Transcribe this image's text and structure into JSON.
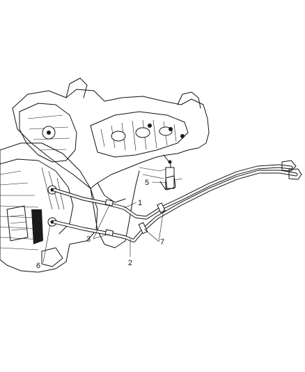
{
  "callouts": {
    "c1": "1",
    "c2": "2",
    "c3": "3",
    "c5": "5",
    "c6": "6",
    "c7": "7"
  }
}
